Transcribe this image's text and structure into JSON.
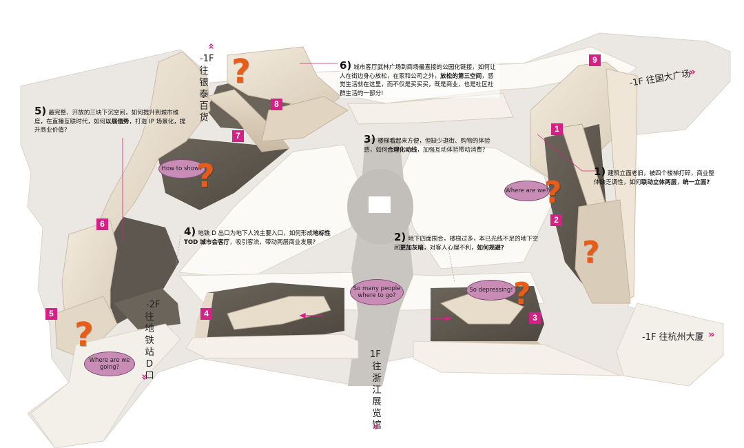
{
  "annotations": {
    "a1": {
      "num": "1)",
      "t1": "建筑立面老旧，被四个楼梯打碎，商业整体缺乏调性，如何",
      "b1": "联动立体两层",
      "t2": "，",
      "b2": "统一立面?"
    },
    "a2": {
      "num": "2)",
      "t1": "地下四面围合，楼梯过多，本已光线不足的地下空间",
      "b1": "更加灰暗",
      "t2": "，对客人心理不利，",
      "b2": "如何规避?"
    },
    "a3": {
      "num": "3)",
      "t1": "楼梯看起来方便，但缺少逛街、购物的体验感，如何",
      "b1": "合理化动线",
      "t2": "，加强互动体验带动消费?"
    },
    "a4": {
      "num": "4)",
      "t1": "地铁 D 出口为地下人流主要入口，如何形成",
      "b1": "地标性 TOD 城市会客厅",
      "t2": "，吸引客流，带动两层商业发展?"
    },
    "a5": {
      "num": "5)",
      "t1": "最完整、开放的三块下沉空间，如何提升到城市维度，在直播互联时代，如何",
      "b1": "以展借势",
      "t2": "，打造 IP 场景化，提升商业价值?"
    },
    "a6": {
      "num": "6)",
      "t1": "城市客厅武林广场到商场最直接的公园化链接，如何让人在街边身心放松，在家和公司之外，",
      "b1": "放松的第三空间",
      "t2": "，感觉生活就在这里，而不仅是买买买，既是商业，也是社区社群生活的一部分!"
    }
  },
  "bubbles": {
    "how_to_show": "How to show?",
    "where_are_we": "Where are we?",
    "so_many": "So many people where to go?",
    "so_depressing": "So depressing!",
    "where_going": "Where are we going?"
  },
  "question_mark": "?",
  "badges": [
    "1",
    "2",
    "3",
    "4",
    "5",
    "6",
    "7",
    "8",
    "9"
  ],
  "directions": {
    "yintai_level": "-1F",
    "yintai_text": "往银泰百货",
    "guoda_text": "-1F 往国大广场",
    "hangzhou_text": "-1F 往杭州大厦",
    "metro_level": "-2F",
    "metro_text": "往地铁站D口",
    "zhejiang_level": "1F",
    "zhejiang_text": "往浙江展览馆"
  },
  "arrow_glyph": "»",
  "colors": {
    "accent": "#d61f87",
    "question": "#e85c1a",
    "bubble": "#c98cb6",
    "shadow": "#5f574d",
    "floor": "#fbfaf7"
  }
}
